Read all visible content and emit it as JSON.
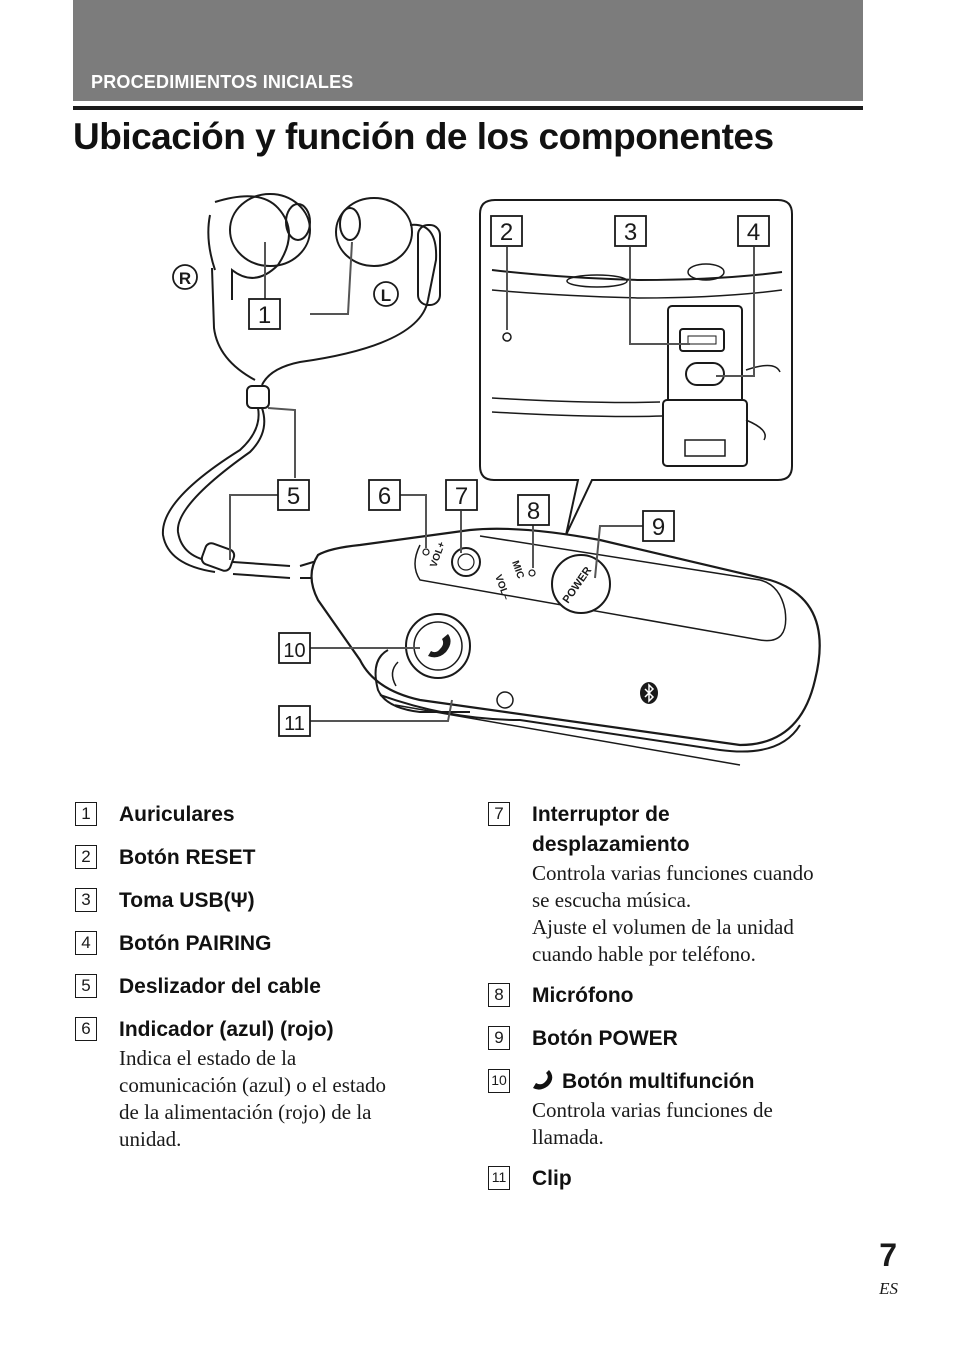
{
  "header": {
    "section": "PROCEDIMIENTOS INICIALES"
  },
  "page_title": "Ubicación y función de los componentes",
  "figure": {
    "callouts": [
      "1",
      "2",
      "3",
      "4",
      "5",
      "6",
      "7",
      "8",
      "9",
      "10",
      "11"
    ],
    "earbud_right_mark": "R",
    "earbud_left_mark": "L",
    "device_labels": {
      "vol_plus": "VOL+",
      "vol_minus": "VOL–",
      "mic": "MIC",
      "power": "POWER"
    }
  },
  "legend": {
    "left": [
      {
        "num": "1",
        "title": "Auriculares"
      },
      {
        "num": "2",
        "title": "Botón RESET"
      },
      {
        "num": "3",
        "title": "Toma USB(Ψ)"
      },
      {
        "num": "4",
        "title": "Botón PAIRING"
      },
      {
        "num": "5",
        "title": "Deslizador del cable"
      },
      {
        "num": "6",
        "title": "Indicador (azul) (rojo)",
        "desc": "Indica el estado de la\ncomunicación (azul) o el estado\nde la alimentación (rojo) de la\nunidad."
      }
    ],
    "right": [
      {
        "num": "7",
        "title": "Interruptor de\ndesplazamiento",
        "desc": "Controla varias funciones cuando\nse escucha música.\nAjuste el volumen de la unidad\ncuando hable por teléfono."
      },
      {
        "num": "8",
        "title": "Micrófono"
      },
      {
        "num": "9",
        "title": "Botón POWER"
      },
      {
        "num": "10",
        "title": "Botón multifunción",
        "icon": "phone-handset-icon",
        "desc": "Controla varias funciones de\nllamada."
      },
      {
        "num": "11",
        "title": "Clip"
      }
    ]
  },
  "footer": {
    "page_number": "7",
    "language": "ES"
  }
}
